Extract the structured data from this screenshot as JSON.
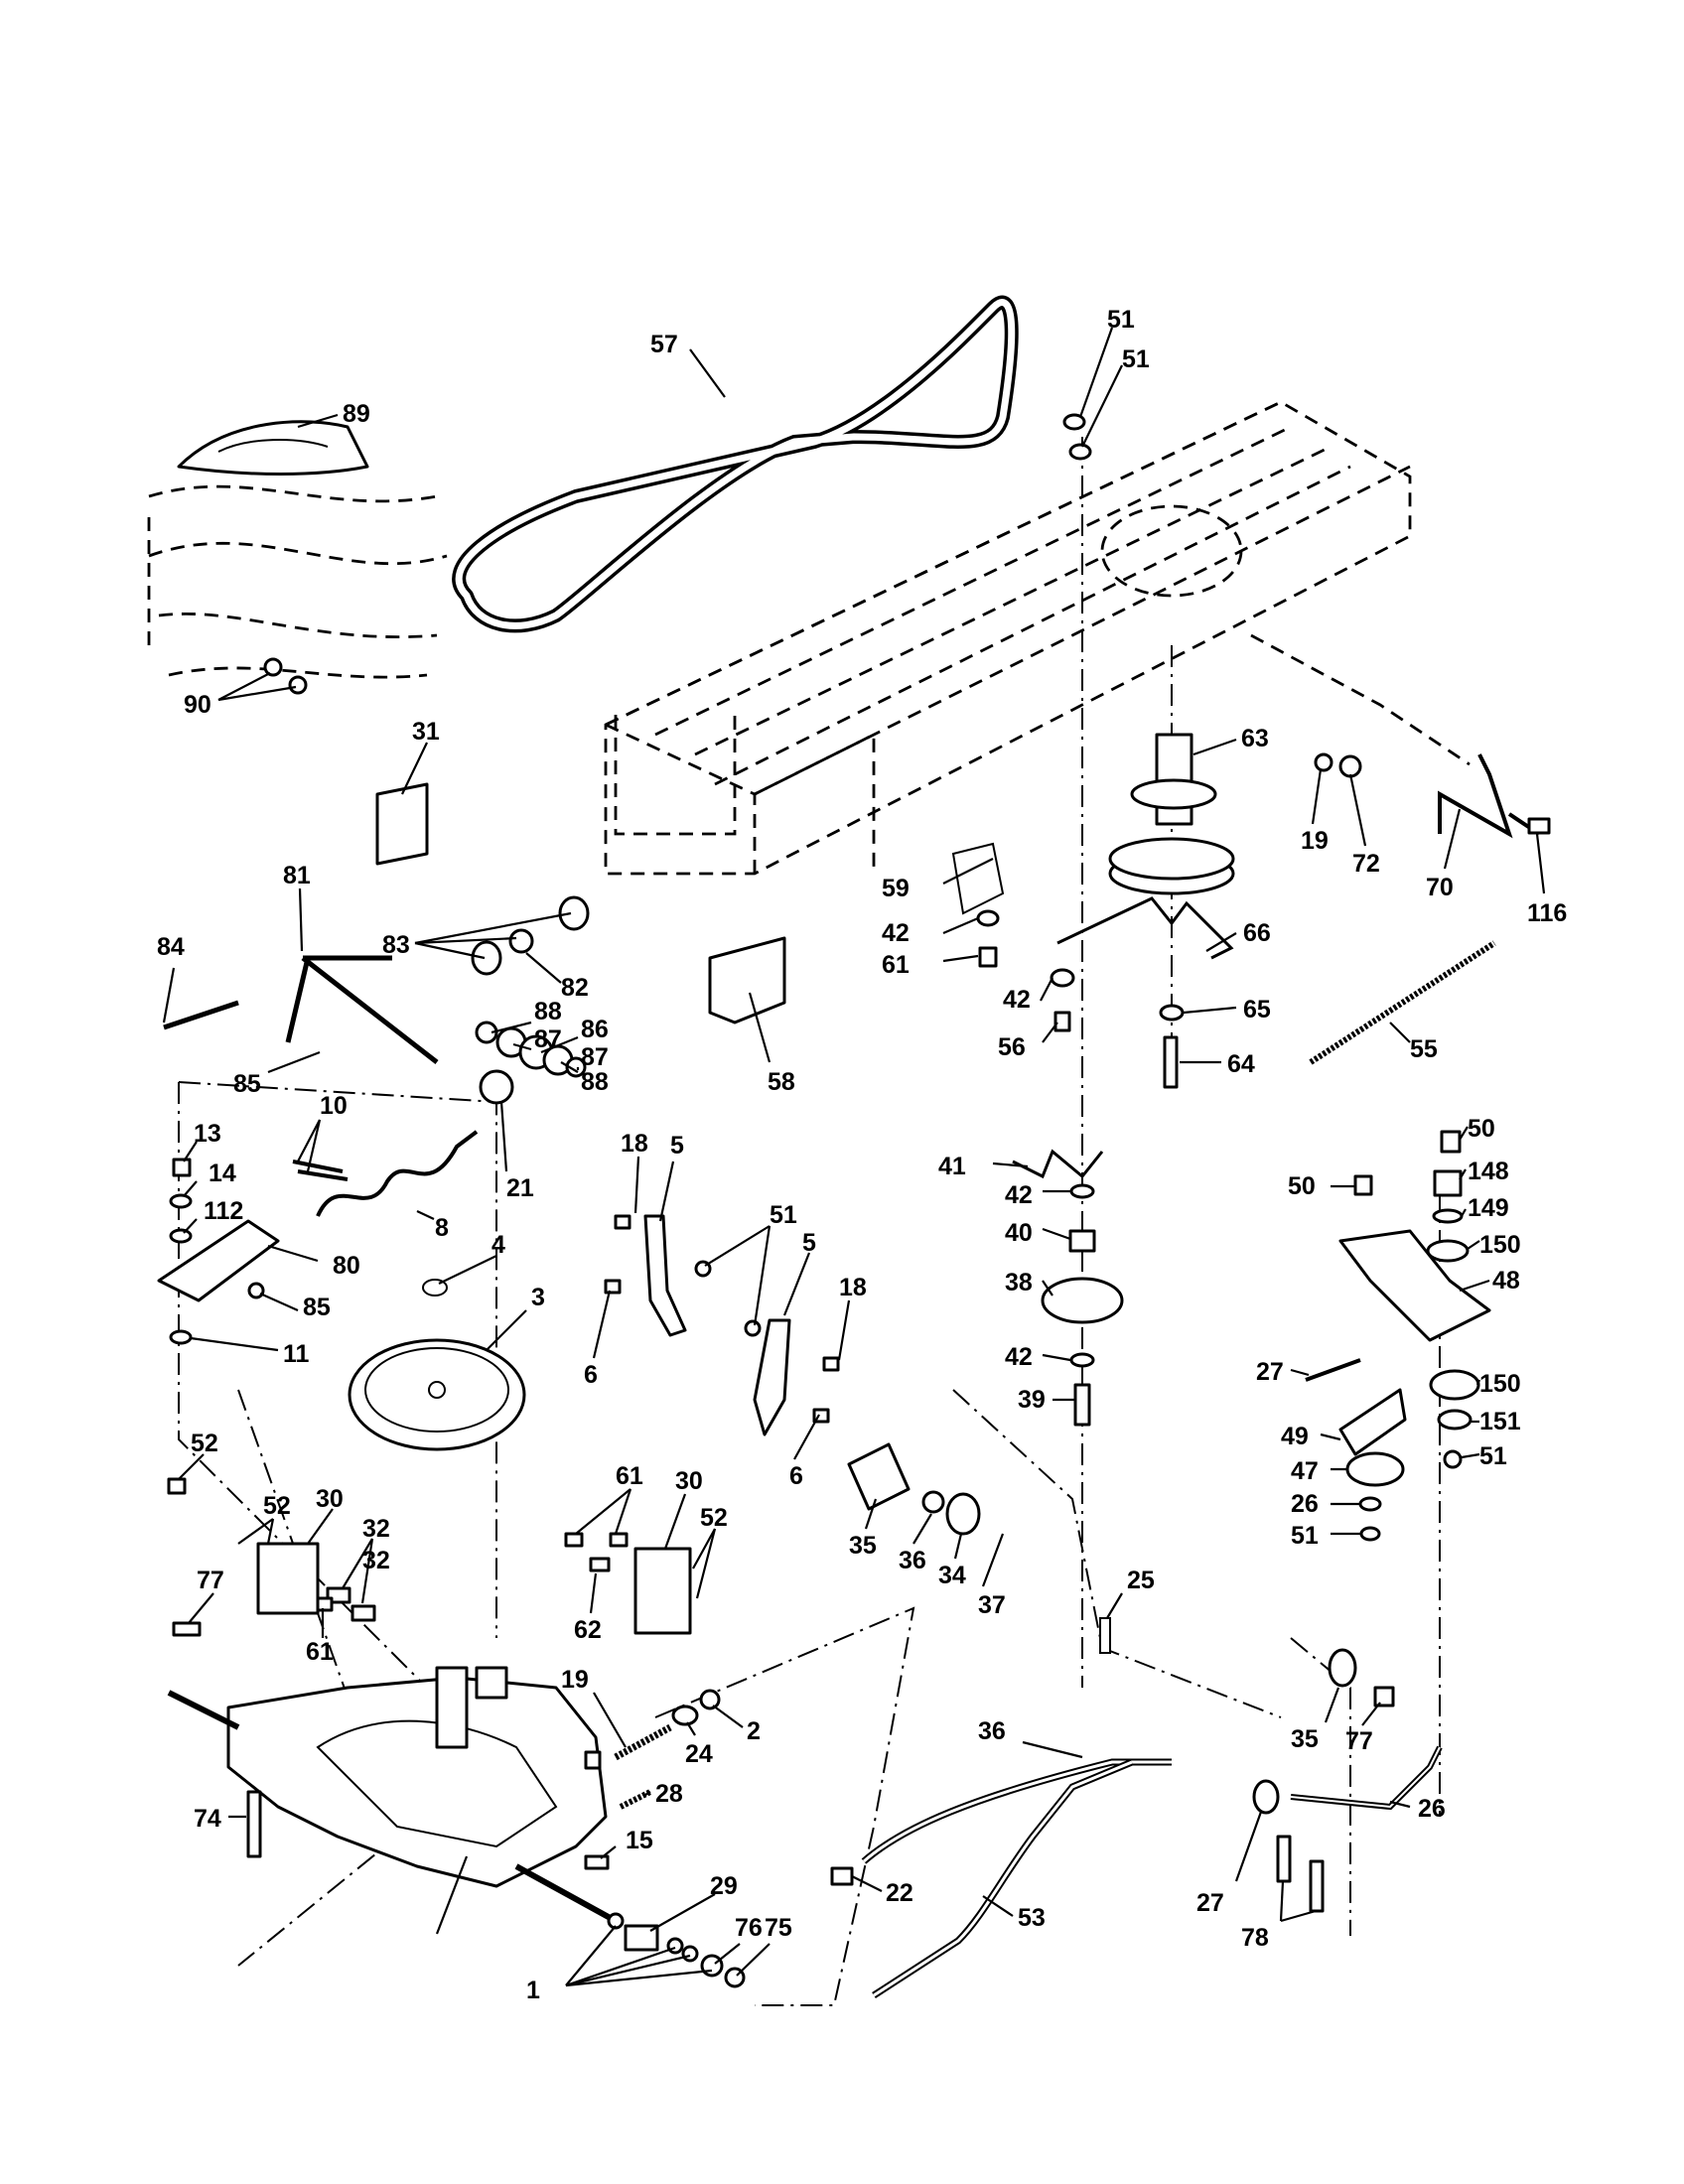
{
  "diagram": {
    "callouts": [
      "57",
      "51",
      "51",
      "89",
      "90",
      "31",
      "63",
      "19",
      "72",
      "70",
      "116",
      "81",
      "83",
      "82",
      "84",
      "88",
      "87",
      "86",
      "87",
      "88",
      "85",
      "59",
      "42",
      "61",
      "66",
      "42",
      "56",
      "65",
      "64",
      "55",
      "58",
      "10",
      "21",
      "13",
      "14",
      "112",
      "80",
      "85",
      "11",
      "8",
      "18",
      "5",
      "4",
      "3",
      "51",
      "5",
      "18",
      "6",
      "6",
      "41",
      "42",
      "40",
      "38",
      "42",
      "39",
      "50",
      "148",
      "149",
      "50",
      "150",
      "48",
      "27",
      "150",
      "151",
      "51",
      "49",
      "47",
      "26",
      "51",
      "52",
      "52",
      "30",
      "32",
      "32",
      "61",
      "77",
      "30",
      "52",
      "61",
      "62",
      "35",
      "36",
      "34",
      "37",
      "25",
      "19",
      "24",
      "2",
      "28",
      "36",
      "35",
      "77",
      "15",
      "74",
      "29",
      "22",
      "53",
      "26",
      "27",
      "78",
      "76",
      "75",
      "1"
    ]
  }
}
